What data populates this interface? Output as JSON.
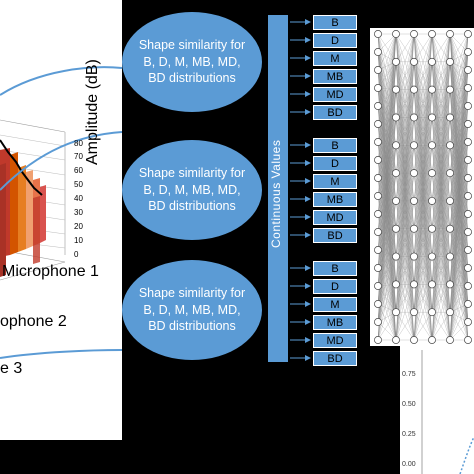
{
  "left": {
    "microphones": [
      "Microphone 1",
      "ophone 2",
      "e 3"
    ],
    "axis_title": "Amplitude (dB)",
    "ticks": [
      "80",
      "70",
      "60",
      "50",
      "40",
      "30",
      "20",
      "10",
      "0"
    ]
  },
  "bubbles": [
    {
      "text": "Shape similarity for B, D, M, MB, MD, BD distributions"
    },
    {
      "text": "Shape similarity for B, D, M, MB, MD, BD distributions"
    },
    {
      "text": "Shape similarity for B, D, M, MB, MD, BD distributions"
    }
  ],
  "continuous_label": "Continuous Values",
  "group_labels": [
    "B",
    "D",
    "M",
    "MB",
    "MD",
    "BD"
  ],
  "plot": {
    "yticks": [
      "0.75",
      "0.50",
      "0.25",
      "0.00"
    ],
    "accent": "#5b9bd5"
  }
}
